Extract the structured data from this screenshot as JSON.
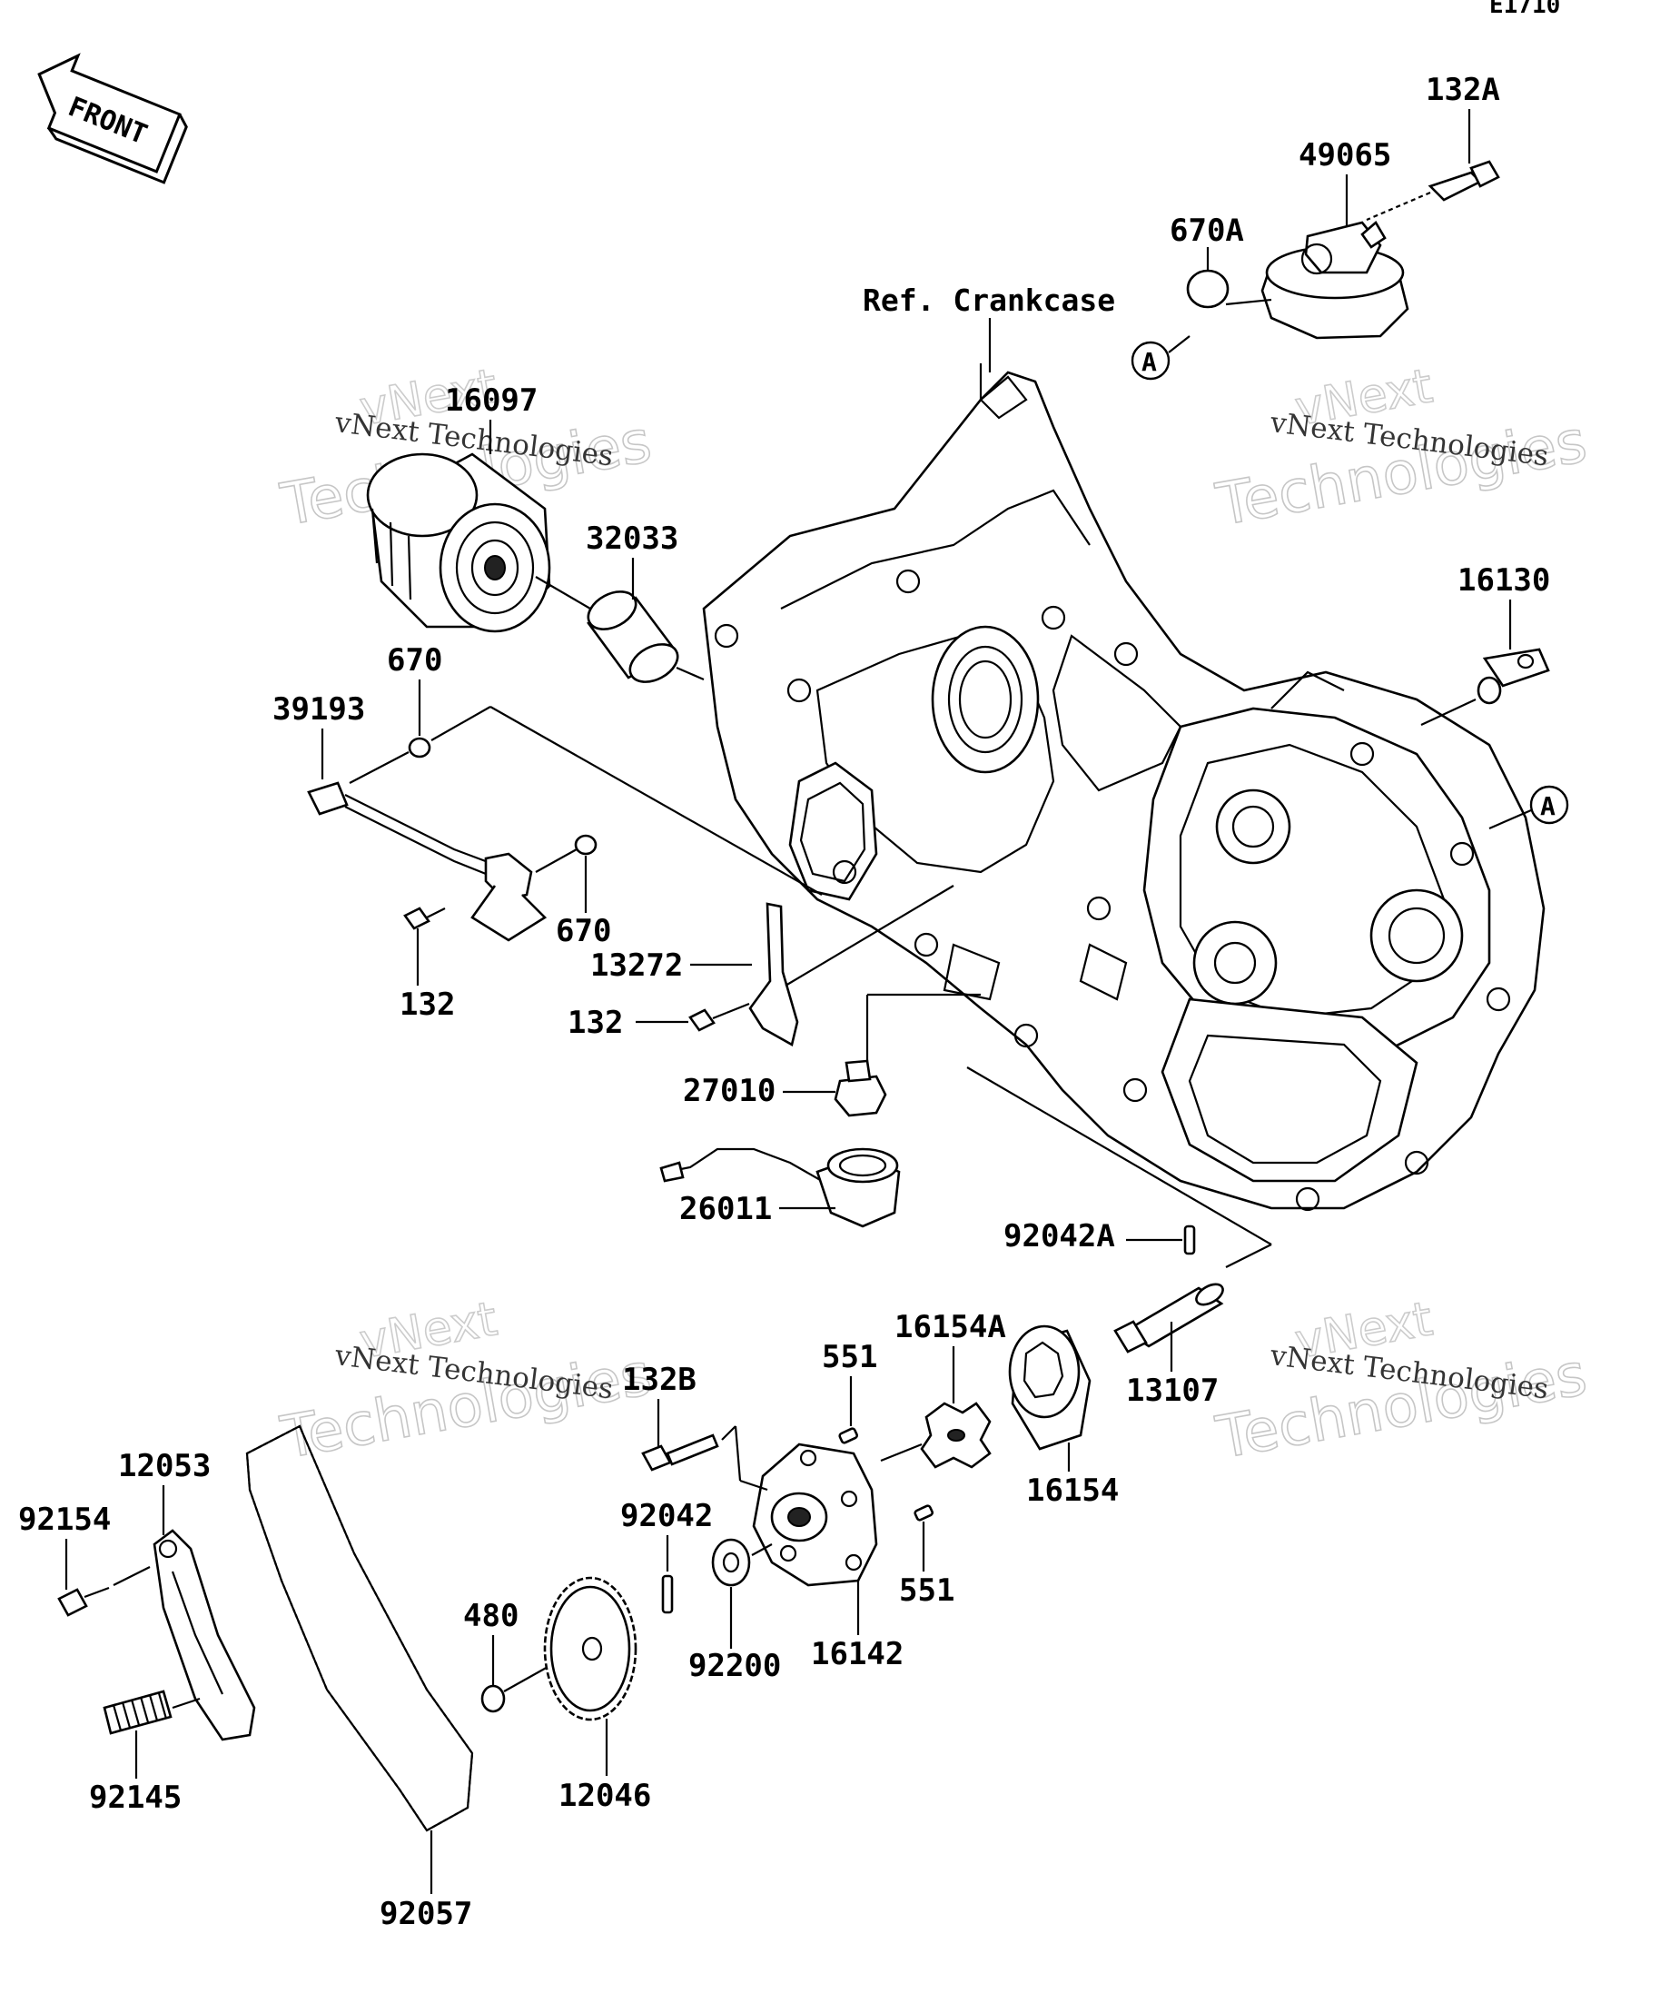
{
  "diagram_code": "E1710",
  "front_label": "FRONT",
  "reference_label": "Ref. Crankcase",
  "connector_marker": "A",
  "watermark": {
    "line1": "vNext Technologies",
    "line2": "Technologies",
    "line3": "vNext"
  },
  "parts": {
    "p16097": "16097",
    "p32033": "32033",
    "p670_top": "670",
    "p39193": "39193",
    "p670_bottom": "670",
    "p132_left": "132",
    "p13272": "13272",
    "p132_mid": "132",
    "p27010": "27010",
    "p26011": "26011",
    "p132A": "132A",
    "p49065": "49065",
    "p670A": "670A",
    "p16130": "16130",
    "p92042A": "92042A",
    "p13107": "13107",
    "p16154A": "16154A",
    "p551_top": "551",
    "p16154": "16154",
    "p132B": "132B",
    "p92042": "92042",
    "p92200": "92200",
    "p16142": "16142",
    "p551_bottom": "551",
    "p480": "480",
    "p12046": "12046",
    "p12053": "12053",
    "p92154": "92154",
    "p92145": "92145",
    "p92057": "92057"
  }
}
